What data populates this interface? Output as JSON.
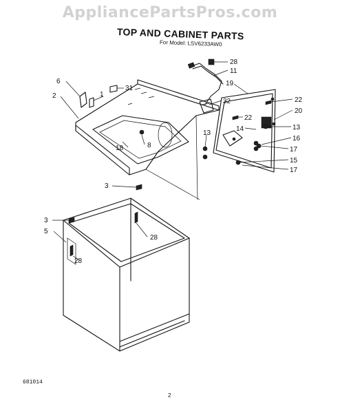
{
  "watermark": "AppliancePartsPros.com",
  "title": "TOP AND CABINET PARTS",
  "subtitle": "For Model: LSV6233AW0",
  "doc_number": "681014",
  "page_number": "2",
  "callouts": [
    {
      "id": "c28a",
      "label": "28"
    },
    {
      "id": "c11",
      "label": "11"
    },
    {
      "id": "c19",
      "label": "19"
    },
    {
      "id": "c22a",
      "label": "22"
    },
    {
      "id": "c20",
      "label": "20"
    },
    {
      "id": "c32",
      "label": "32"
    },
    {
      "id": "c22b",
      "label": "22"
    },
    {
      "id": "c14",
      "label": "14"
    },
    {
      "id": "c13a",
      "label": "13"
    },
    {
      "id": "c16",
      "label": "16"
    },
    {
      "id": "c13b",
      "label": "13"
    },
    {
      "id": "c17a",
      "label": "17"
    },
    {
      "id": "c15",
      "label": "15"
    },
    {
      "id": "c17b",
      "label": "17"
    },
    {
      "id": "c6",
      "label": "6"
    },
    {
      "id": "c1",
      "label": "1"
    },
    {
      "id": "c31",
      "label": "31"
    },
    {
      "id": "c2",
      "label": "2"
    },
    {
      "id": "c18",
      "label": "18"
    },
    {
      "id": "c8",
      "label": "8"
    },
    {
      "id": "c3a",
      "label": "3"
    },
    {
      "id": "c3b",
      "label": "3"
    },
    {
      "id": "c5",
      "label": "5"
    },
    {
      "id": "c28b",
      "label": "28"
    },
    {
      "id": "c28c",
      "label": "28"
    }
  ]
}
